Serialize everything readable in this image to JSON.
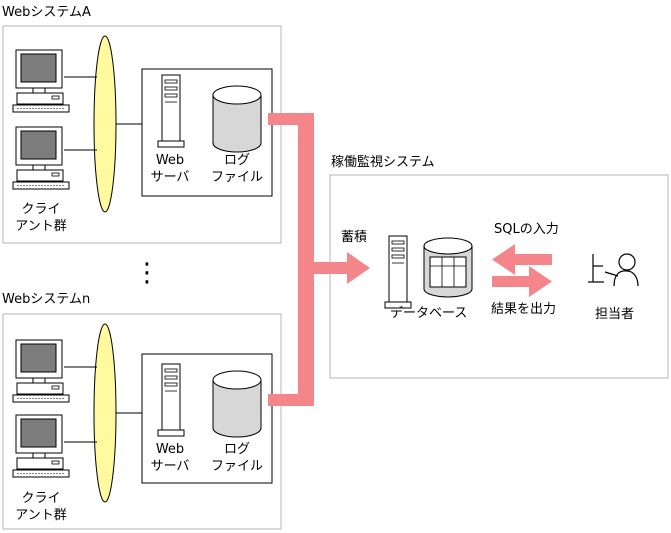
{
  "system_a": {
    "title": "WebシステムA",
    "web_server_label": [
      "Web",
      "サーバ"
    ],
    "log_file_label": [
      "ログ",
      "ファイル"
    ],
    "clients_label": [
      "クライ",
      "アント群"
    ]
  },
  "system_n": {
    "title": "Webシステムn",
    "web_server_label": [
      "Web",
      "サーバ"
    ],
    "log_file_label": [
      "ログ",
      "ファイル"
    ],
    "clients_label": [
      "クライ",
      "アント群"
    ]
  },
  "ellipsis": "⋮",
  "monitor": {
    "title": "稼働監視システム",
    "accumulate_label": "蓄積",
    "database_label": "データベース",
    "sql_input_label": "SQLの入力",
    "result_output_label": "結果を出力",
    "operator_label": "担当者"
  },
  "colors": {
    "arrow": "#f4868b",
    "box_border": "#b4b4b4",
    "inner_border": "#000000",
    "network_oval": "#fffaa0",
    "monitor_screen": "#7d7d7d",
    "cylinder_fill": "#d7d7d7"
  }
}
